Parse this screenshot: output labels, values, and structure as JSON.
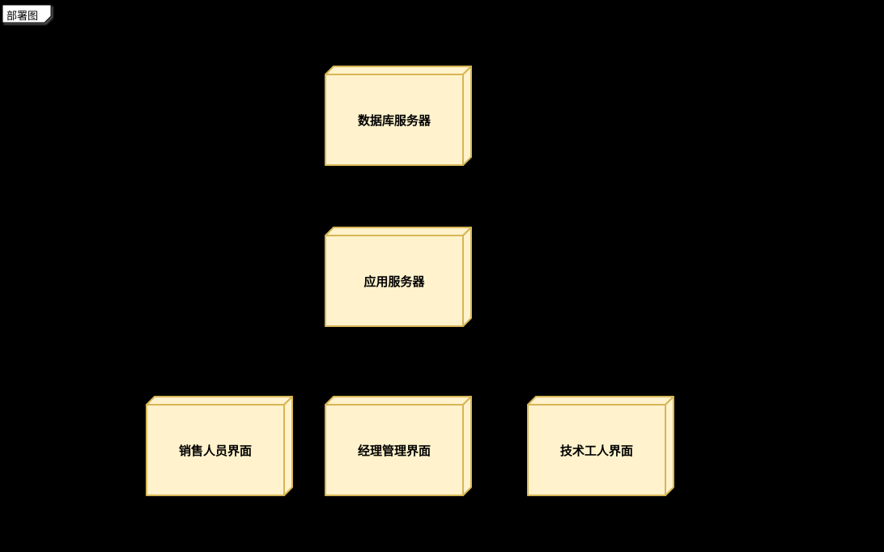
{
  "diagram": {
    "title_label": "部署图"
  },
  "colors": {
    "background": "#000000",
    "node_fill": "#FFF2CC",
    "node_stroke": "#D6B656",
    "label_bg": "#FFFFFF",
    "label_text": "#000000"
  },
  "nodes": [
    {
      "id": "database-server",
      "label": "数据库服务器"
    },
    {
      "id": "app-server",
      "label": "应用服务器"
    },
    {
      "id": "sales-ui",
      "label": "销售人员界面"
    },
    {
      "id": "manager-ui",
      "label": "经理管理界面"
    },
    {
      "id": "worker-ui",
      "label": "技术工人界面"
    }
  ]
}
